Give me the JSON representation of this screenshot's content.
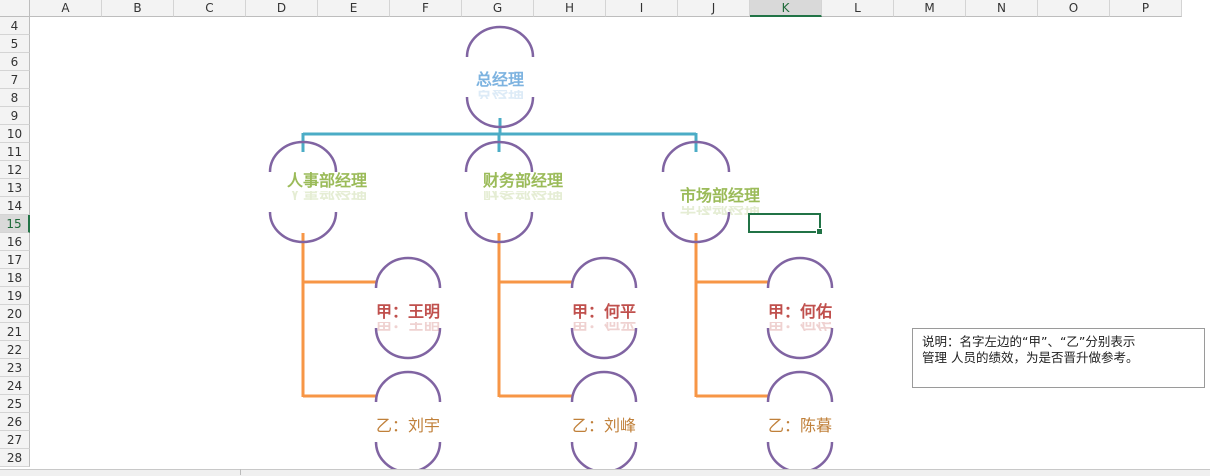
{
  "columns": [
    "A",
    "B",
    "C",
    "D",
    "E",
    "F",
    "G",
    "H",
    "I",
    "J",
    "K",
    "L",
    "M",
    "N",
    "O",
    "P"
  ],
  "rows": [
    "4",
    "5",
    "6",
    "7",
    "8",
    "9",
    "10",
    "11",
    "12",
    "13",
    "14",
    "15",
    "16",
    "17",
    "18",
    "19",
    "20",
    "21",
    "22",
    "23",
    "24",
    "25",
    "26",
    "27",
    "28"
  ],
  "selected_column": "K",
  "selected_row": "15",
  "org": {
    "top": "总经理",
    "managers": [
      "人事部经理",
      "财务部经理",
      "市场部经理"
    ],
    "grade_a": [
      "甲：王明",
      "甲：何平",
      "甲：何佑"
    ],
    "grade_b": [
      "乙：刘宇",
      "乙：刘峰",
      "乙：陈暮"
    ]
  },
  "note": {
    "line1": "说明：名字左边的“甲”、“乙”分别表示",
    "line2": "管理 人员的绩效，为是否晋升做参考。"
  },
  "colors": {
    "connector_top": "#4bacc6",
    "connector_bottom": "#f79646",
    "node_arc": "#8064a2"
  }
}
